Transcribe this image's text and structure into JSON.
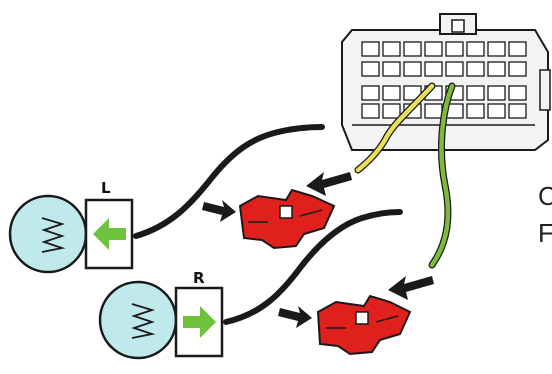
{
  "labels": {
    "left_bulb": "L",
    "right_bulb": "R",
    "side_text_line1": "C",
    "side_text_line2": "F"
  },
  "colors": {
    "yellow_wire": "#e8df5a",
    "green_wire": "#7dbb3c",
    "black_wire": "#1a1a1a",
    "connector_red": "#e0201c",
    "arrow_green": "#6fc23b",
    "bulb_fill": "#bfe9ea"
  },
  "icons": {
    "left_arrow": "arrow-left-icon",
    "right_arrow": "arrow-right-icon"
  }
}
